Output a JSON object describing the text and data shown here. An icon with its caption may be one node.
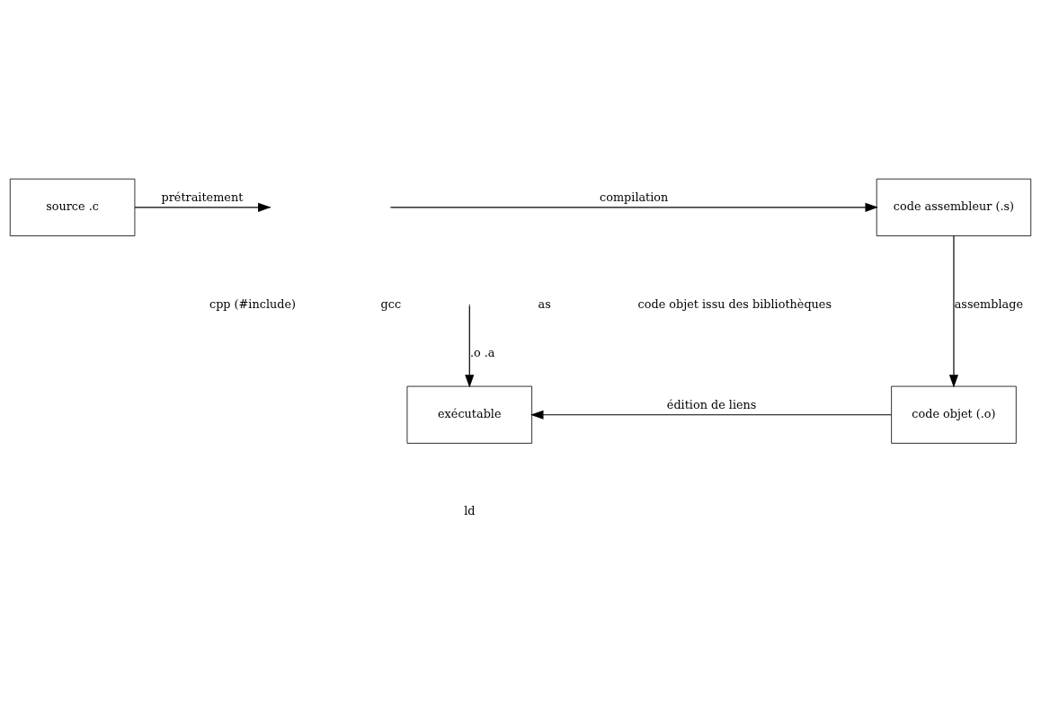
{
  "diagram": {
    "nodes": [
      {
        "text": [
          "source .c"
        ]
      },
      {
        "text": [
          "code assembleur (.s)"
        ]
      },
      {
        "text": [
          "code objet (.o)"
        ]
      },
      {
        "text": [
          "exécutable"
        ]
      }
    ],
    "edges": [
      {
        "from": 0,
        "to": null,
        "arrow": "to",
        "label": "prétraitement"
      },
      {
        "from": null,
        "to": 1,
        "arrow": "to",
        "label": "compilation"
      },
      {
        "from": 1,
        "to": 2,
        "arrow": "to",
        "label": "assemblage"
      },
      {
        "from": 2,
        "to": 3,
        "arrow": "to",
        "label": "édition de liens"
      },
      {
        "from": null,
        "to": 3,
        "arrow": "to",
        "label": ".o .a"
      }
    ],
    "labels": [
      "cpp (#include)",
      "gcc",
      "as",
      "ld",
      "code objet issu des bibliothèques"
    ]
  }
}
